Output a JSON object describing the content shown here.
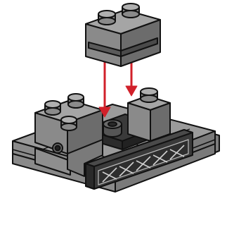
{
  "illustration": {
    "subject": "brick-building-step",
    "parts": [
      {
        "name": "falling-brick",
        "icon": "1x2-brick-with-groove-icon"
      },
      {
        "name": "placement-arrows",
        "icon": "red-down-arrow-icon",
        "count": 2
      },
      {
        "name": "baseplate",
        "icon": "gray-plate-icon"
      },
      {
        "name": "left-brick-stack",
        "icon": "2x2-brick-with-stud-hole-icon"
      },
      {
        "name": "right-brick",
        "icon": "1x1-brick-icon"
      },
      {
        "name": "front-panel",
        "icon": "dark-panel-with-x-pattern-icon"
      },
      {
        "name": "center-round-stud",
        "icon": "round-stud-icon"
      }
    ],
    "colors": {
      "brick_gray": "#8a8a8a",
      "brick_gray_light": "#a5a5a5",
      "brick_gray_dark": "#6c6c6c",
      "dark_panel": "#333333",
      "outline": "#111111",
      "arrow_red": "#d1202a"
    }
  }
}
